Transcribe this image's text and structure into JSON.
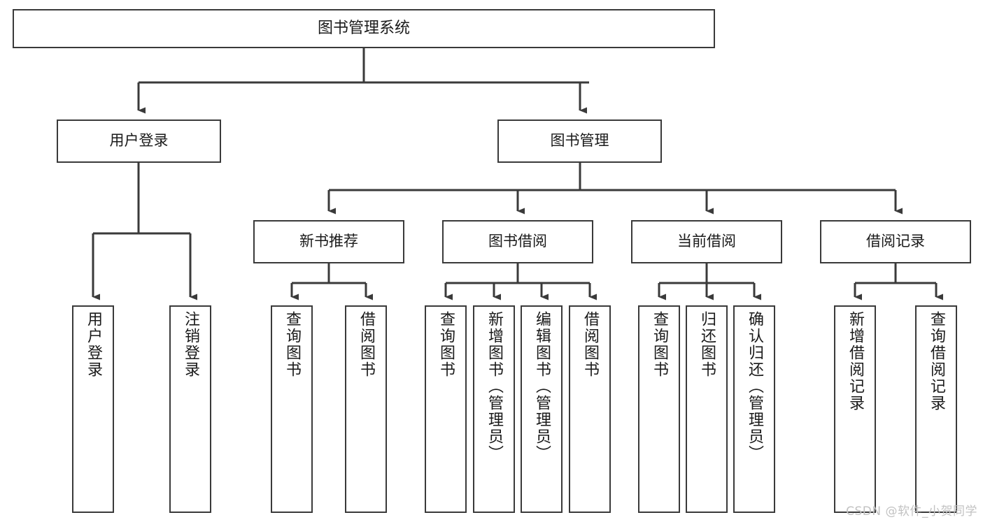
{
  "diagram": {
    "type": "tree",
    "title": "图书管理系统",
    "watermark": "CSDN @软件_小贺同学",
    "colors": {
      "node_border": "#3a3a3a",
      "node_fill": "#ffffff",
      "edge": "#3a3a3a",
      "text": "#1a1a1a",
      "watermark": "#c2c2c2",
      "background": "#ffffff"
    },
    "nodes": {
      "root": {
        "label": "图书管理系统",
        "level": 0
      },
      "user_login": {
        "label": "用户登录",
        "level": 1
      },
      "book_manage": {
        "label": "图书管理",
        "level": 1
      },
      "new_book_rec": {
        "label": "新书推荐",
        "level": 2
      },
      "book_borrow": {
        "label": "图书借阅",
        "level": 2
      },
      "current_borrow": {
        "label": "当前借阅",
        "level": 2
      },
      "borrow_record": {
        "label": "借阅记录",
        "level": 2
      },
      "leaf_user_login": {
        "label": "用户登录",
        "level": 3
      },
      "leaf_logout": {
        "label": "注销登录",
        "level": 3
      },
      "leaf_query_book_1": {
        "label": "查询图书",
        "level": 3
      },
      "leaf_borrow_book_1": {
        "label": "借阅图书",
        "level": 3
      },
      "leaf_query_book_2": {
        "label": "查询图书",
        "level": 3
      },
      "leaf_add_book": {
        "label": "新增图书（管理员）",
        "level": 3
      },
      "leaf_edit_book": {
        "label": "编辑图书（管理员）",
        "level": 3
      },
      "leaf_borrow_book_2": {
        "label": "借阅图书",
        "level": 3
      },
      "leaf_query_book_3": {
        "label": "查询图书",
        "level": 3
      },
      "leaf_return_book": {
        "label": "归还图书",
        "level": 3
      },
      "leaf_confirm_return": {
        "label": "确认归还（管理员）",
        "level": 3
      },
      "leaf_add_record": {
        "label": "新增借阅记录",
        "level": 3
      },
      "leaf_query_record": {
        "label": "查询借阅记录",
        "level": 3
      }
    },
    "edges": [
      {
        "from": "root",
        "to": "user_login"
      },
      {
        "from": "root",
        "to": "book_manage"
      },
      {
        "from": "user_login",
        "to": "leaf_user_login"
      },
      {
        "from": "user_login",
        "to": "leaf_logout"
      },
      {
        "from": "book_manage",
        "to": "new_book_rec"
      },
      {
        "from": "book_manage",
        "to": "book_borrow"
      },
      {
        "from": "book_manage",
        "to": "current_borrow"
      },
      {
        "from": "book_manage",
        "to": "borrow_record"
      },
      {
        "from": "new_book_rec",
        "to": "leaf_query_book_1"
      },
      {
        "from": "new_book_rec",
        "to": "leaf_borrow_book_1"
      },
      {
        "from": "book_borrow",
        "to": "leaf_query_book_2"
      },
      {
        "from": "book_borrow",
        "to": "leaf_add_book"
      },
      {
        "from": "book_borrow",
        "to": "leaf_edit_book"
      },
      {
        "from": "book_borrow",
        "to": "leaf_borrow_book_2"
      },
      {
        "from": "current_borrow",
        "to": "leaf_query_book_3"
      },
      {
        "from": "current_borrow",
        "to": "leaf_return_book"
      },
      {
        "from": "current_borrow",
        "to": "leaf_confirm_return"
      },
      {
        "from": "borrow_record",
        "to": "leaf_add_record"
      },
      {
        "from": "borrow_record",
        "to": "leaf_query_record"
      }
    ]
  }
}
